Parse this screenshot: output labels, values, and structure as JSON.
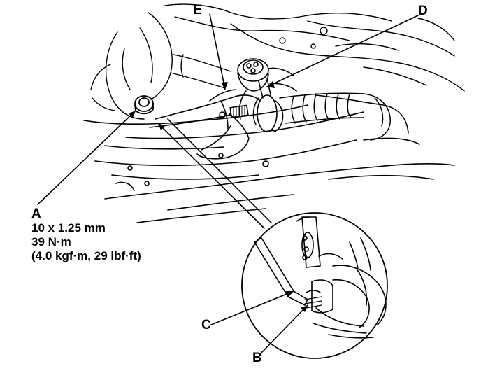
{
  "callouts": {
    "a": "A",
    "b": "B",
    "c": "C",
    "d": "D",
    "e": "E"
  },
  "spec_a": {
    "thread": "10 x 1.25 mm",
    "torque_nm": "39 N·m",
    "torque_alt": "(4.0 kgf·m, 29 lbf·ft)"
  }
}
